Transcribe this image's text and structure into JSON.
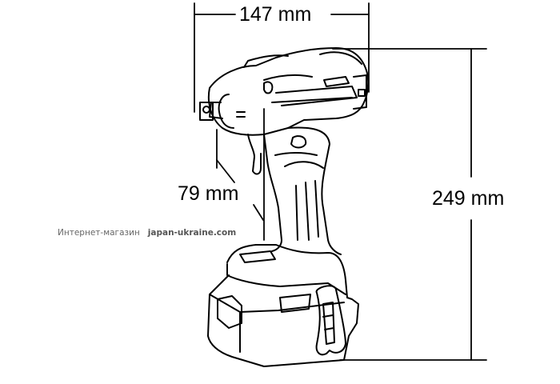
{
  "diagram": {
    "subject": "cordless impact wrench with battery pack (line drawing)",
    "dimensions": {
      "length": {
        "label": "147 mm",
        "value": 147,
        "unit": "mm"
      },
      "head_height": {
        "label": "79 mm",
        "value": 79,
        "unit": "mm"
      },
      "total_height": {
        "label": "249 mm",
        "value": 249,
        "unit": "mm"
      }
    },
    "watermark": {
      "prefix": "Интернет-магазин",
      "site": "japan-ukraine.com"
    },
    "colors": {
      "line": "#000000",
      "background": "#ffffff",
      "watermark": "#666666"
    }
  }
}
